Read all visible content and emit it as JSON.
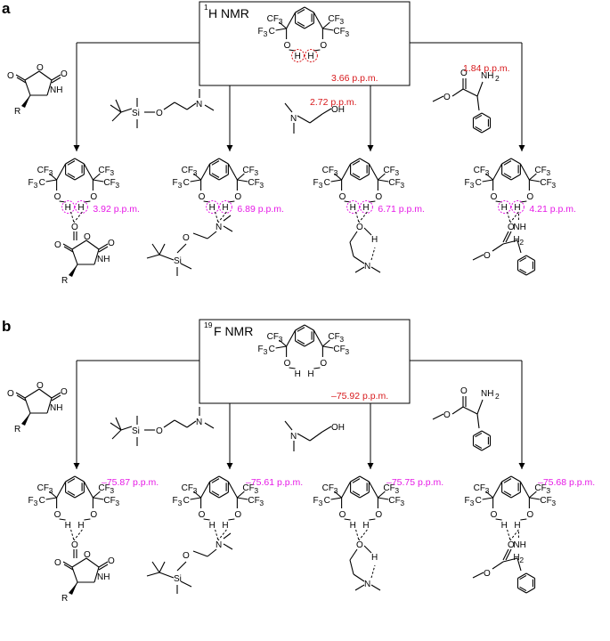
{
  "panels": [
    {
      "letter": "a",
      "nmr_sup": "1",
      "nmr_rest": "H NMR",
      "cf3": "CF",
      "cf3_sub": "3",
      "oh_o": "O",
      "h": "H",
      "free_shift": "3.66 p.p.m.",
      "nh2_shift": "1.84 p.p.m.",
      "oh_shift": "2.72 p.p.m.",
      "complexes": [
        {
          "shift": "3.92 p.p.m."
        },
        {
          "shift": "6.89 p.p.m."
        },
        {
          "shift": "6.71 p.p.m."
        },
        {
          "shift": "4.21 p.p.m."
        }
      ]
    },
    {
      "letter": "b",
      "nmr_sup": "19",
      "nmr_rest": "F NMR",
      "cf3": "CF",
      "cf3_sub": "3",
      "oh_o": "O",
      "h": "H",
      "free_shift": "–75.92 p.p.m.",
      "complexes": [
        {
          "shift": "–75.87 p.p.m."
        },
        {
          "shift": "–75.61 p.p.m."
        },
        {
          "shift": "–75.75 p.p.m."
        },
        {
          "shift": "–75.68 p.p.m."
        }
      ]
    }
  ],
  "atoms": {
    "O": "O",
    "NH": "NH",
    "R": "R",
    "Si": "Si",
    "N": "N",
    "OH": "OH",
    "NH2": "NH",
    "NH2_sub": "2",
    "H": "H",
    "H2": "H",
    "H2_sub": "2",
    "F3C": "F",
    "F3C_c": "C"
  },
  "colors": {
    "shift_free": "#d7191c",
    "shift_complex": "#e619e6",
    "black": "#000000"
  }
}
